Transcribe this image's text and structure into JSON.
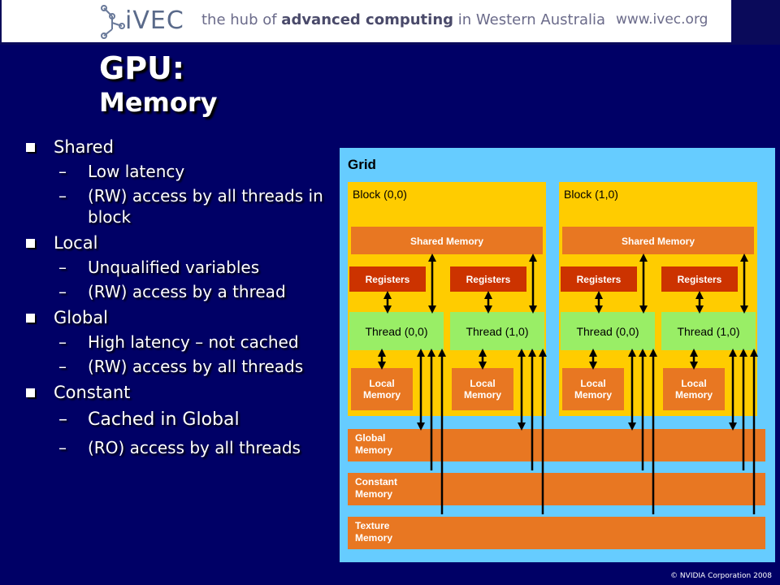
{
  "banner": {
    "logo_word": "iVEC",
    "tagline_parts": [
      "the hub of ",
      "advanced computing",
      " in Western Australia"
    ],
    "url": "www.ivec.org"
  },
  "title": {
    "line1": "GPU:",
    "line2": "Memory"
  },
  "bullets": [
    {
      "label": "Shared",
      "sub": [
        "Low latency",
        "(RW) access by all threads in block"
      ]
    },
    {
      "label": "Local",
      "sub": [
        "Unqualified variables",
        "(RW) access by a thread"
      ]
    },
    {
      "label": "Global",
      "sub": [
        "High latency – not cached",
        "(RW) access by all threads"
      ]
    },
    {
      "label": "Constant",
      "sub": [
        "Cached in Global",
        "(RO) access by all threads"
      ]
    }
  ],
  "diagram": {
    "grid_label": "Grid",
    "blocks": [
      {
        "label": "Block (0,0)",
        "shared": "Shared Memory",
        "threads": [
          {
            "registers": "Registers",
            "thread": "Thread (0,0)",
            "local": "Local\nMemory"
          },
          {
            "registers": "Registers",
            "thread": "Thread (1,0)",
            "local": "Local\nMemory"
          }
        ]
      },
      {
        "label": "Block (1,0)",
        "shared": "Shared Memory",
        "threads": [
          {
            "registers": "Registers",
            "thread": "Thread (0,0)",
            "local": "Local\nMemory"
          },
          {
            "registers": "Registers",
            "thread": "Thread (1,0)",
            "local": "Local\nMemory"
          }
        ]
      }
    ],
    "memories": [
      {
        "label": "Global\nMemory"
      },
      {
        "label": "Constant\nMemory"
      },
      {
        "label": "Texture\nMemory"
      }
    ],
    "colors": {
      "grid": "#66ccff",
      "block": "#ffcc00",
      "memory": "#e87722",
      "registers": "#cc3300",
      "thread": "#99ee66"
    }
  },
  "copyright": "© NVIDIA Corporation 2008"
}
